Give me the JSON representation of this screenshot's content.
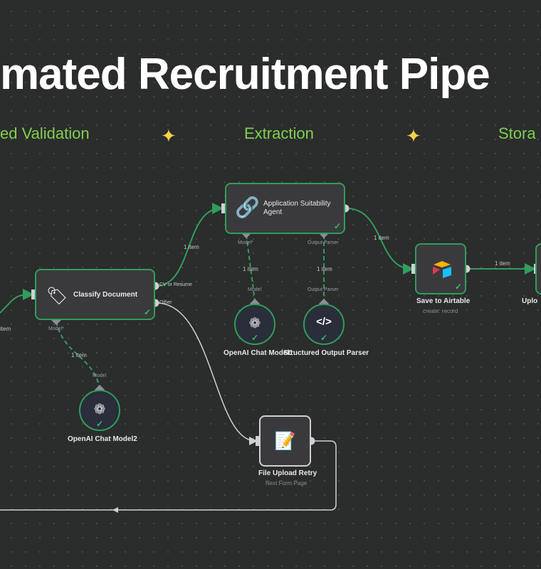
{
  "header": {
    "title": "mated Recruitment Pipe",
    "steps": [
      "ed Validation",
      "Extraction",
      "Stora"
    ]
  },
  "colors": {
    "accent_green": "#7fd14f",
    "star": "#f7d148",
    "edge_success": "#2f9e5a",
    "background": "#2b2c2c"
  },
  "nodes": {
    "classify": {
      "name": "Classify Document",
      "outputs": [
        "CV or Resume",
        "Other"
      ],
      "port": "Model*",
      "icon": "tags-icon"
    },
    "agent": {
      "name": "Application Suitability Agent",
      "ports": [
        "Model*",
        "Output Parser"
      ],
      "icon": "link-icon"
    },
    "openai1": {
      "name": "OpenAI Chat Model1",
      "port": "Model",
      "icon": "openai-icon"
    },
    "parser": {
      "name": "Structured Output Parser",
      "port": "Output Parser",
      "icon": "code-icon"
    },
    "openai2": {
      "name": "OpenAI Chat Model2",
      "port": "Model",
      "icon": "openai-icon"
    },
    "airtable": {
      "name": "Save to Airtable",
      "subtitle": "create: record",
      "icon": "airtable-icon"
    },
    "upload": {
      "name": "Uplo"
    },
    "retry": {
      "name": "File Upload Retry",
      "subtitle": "Next Form Page",
      "icon": "form-icon"
    }
  },
  "edges": {
    "item": "1 item",
    "item_partial": "item"
  }
}
